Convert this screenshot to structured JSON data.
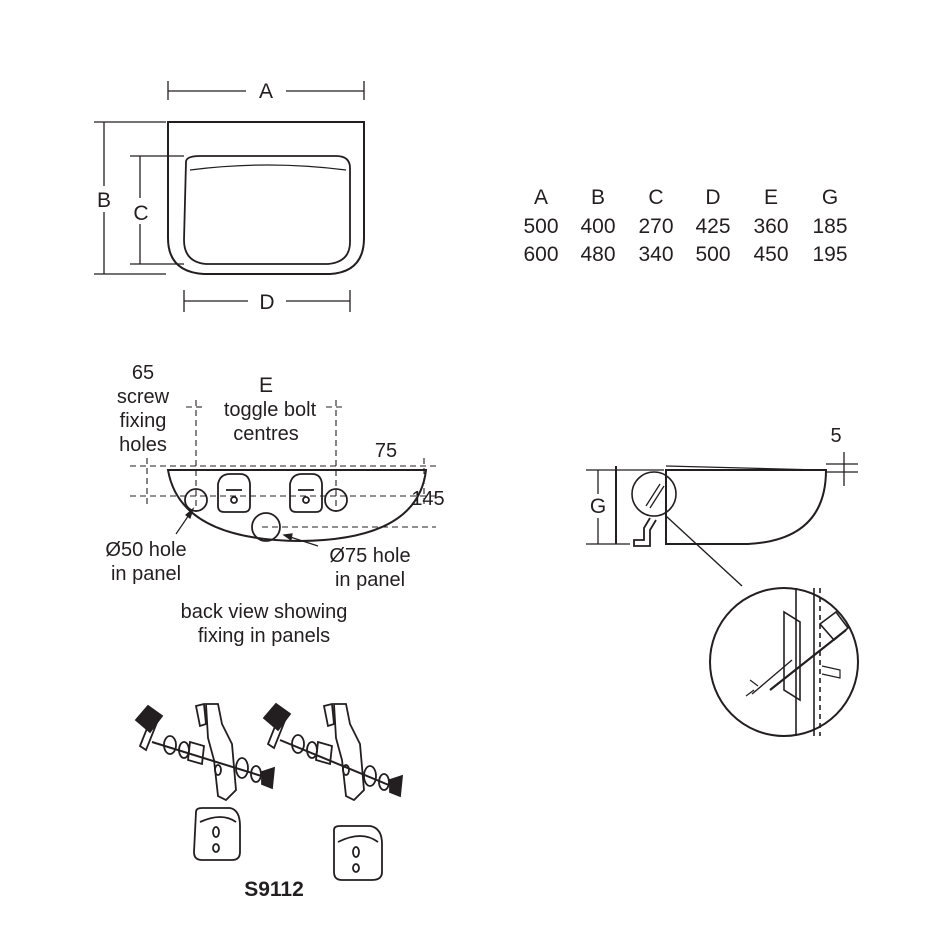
{
  "top_view": {
    "label_a": "A",
    "label_b": "B",
    "label_c": "C",
    "label_d": "D"
  },
  "dimensions_table": {
    "headers": [
      "A",
      "B",
      "C",
      "D",
      "E",
      "G"
    ],
    "rows": [
      [
        "500",
        "400",
        "270",
        "425",
        "360",
        "185"
      ],
      [
        "600",
        "480",
        "340",
        "500",
        "450",
        "195"
      ]
    ]
  },
  "back_view": {
    "screw_holes": [
      "65",
      "screw",
      "fixing",
      "holes"
    ],
    "label_e": "E",
    "toggle_bolt": [
      "toggle bolt",
      "centres"
    ],
    "dim_75": "75",
    "dim_145": "145",
    "hole_50": [
      "Ø50 hole",
      "in panel"
    ],
    "hole_75": [
      "Ø75 hole",
      "in panel"
    ],
    "caption": [
      "back view showing",
      "fixing in panels"
    ]
  },
  "side_view": {
    "label_g": "G",
    "dim_5": "5"
  },
  "kit": {
    "code": "S9112"
  }
}
